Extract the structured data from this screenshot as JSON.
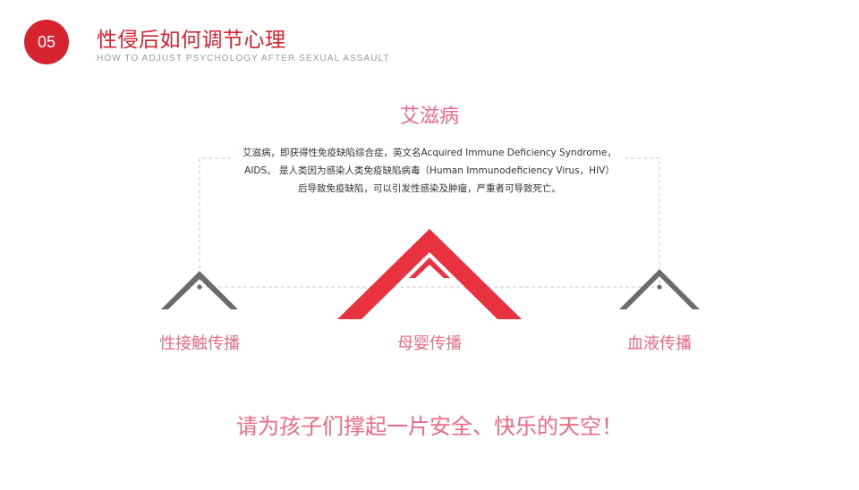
{
  "badge": "05",
  "title": "性侵后如何调节心理",
  "subtitle": "HOW TO ADJUST PSYCHOLOGY AFTER SEXUAL ASSAULT",
  "heading": "艾滋病",
  "description": {
    "line1": "艾滋病，即获得性免疫缺陷综合症，英文名Acquired Immune Deficiency Syndrome，",
    "line2": "AIDS。 是人类因为感染人类免疫缺陷病毒（Human Immunodeficiency Virus，HIV）",
    "line3": "后导致免疫缺陷，可以引发性感染及肿瘤，严重者可导致死亡。"
  },
  "items": [
    {
      "label": "性接触传播"
    },
    {
      "label": "母婴传播"
    },
    {
      "label": "血液传播"
    }
  ],
  "slogan": "请为孩子们撑起一片安全、快乐的天空！",
  "colors": {
    "accent": "#d7232f",
    "pink": "#ee6b85",
    "roof_red": "#e8323f",
    "roof_gray": "#6b6b6b",
    "dash": "#cccccc"
  }
}
